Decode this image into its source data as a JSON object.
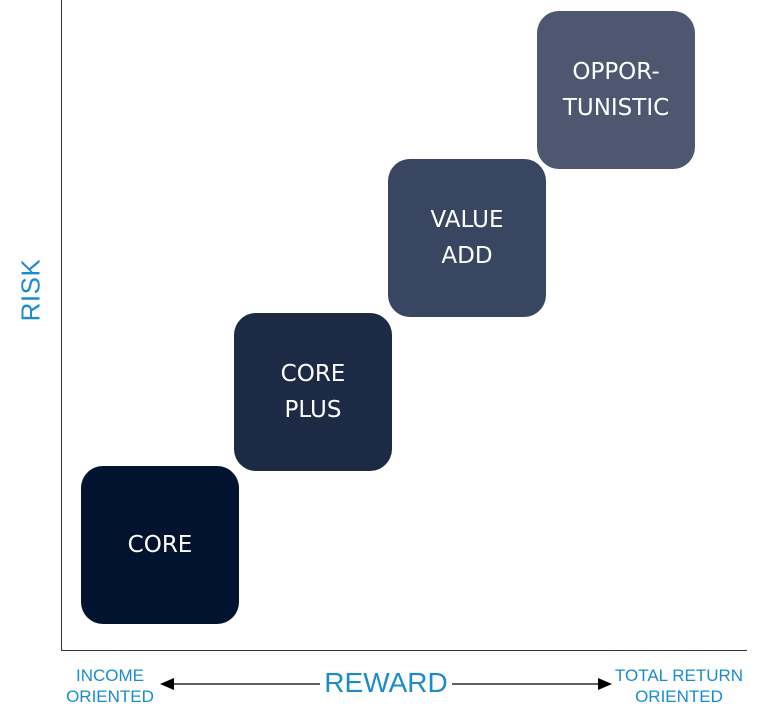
{
  "axes": {
    "y_label": "RISK",
    "x_label": "REWARD",
    "x_left_label": "INCOME\nORIENTED",
    "x_right_label": "TOTAL RETURN\nORIENTED"
  },
  "steps": [
    {
      "label": "CORE",
      "color": "#01132f"
    },
    {
      "label": "CORE\nPLUS",
      "color": "#1d2a45"
    },
    {
      "label": "VALUE\nADD",
      "color": "#394661"
    },
    {
      "label": "OPPOR-\nTUNISTIC",
      "color": "#4d5870"
    }
  ],
  "colors": {
    "accent": "#1a8ccc",
    "axis": "#333333"
  }
}
